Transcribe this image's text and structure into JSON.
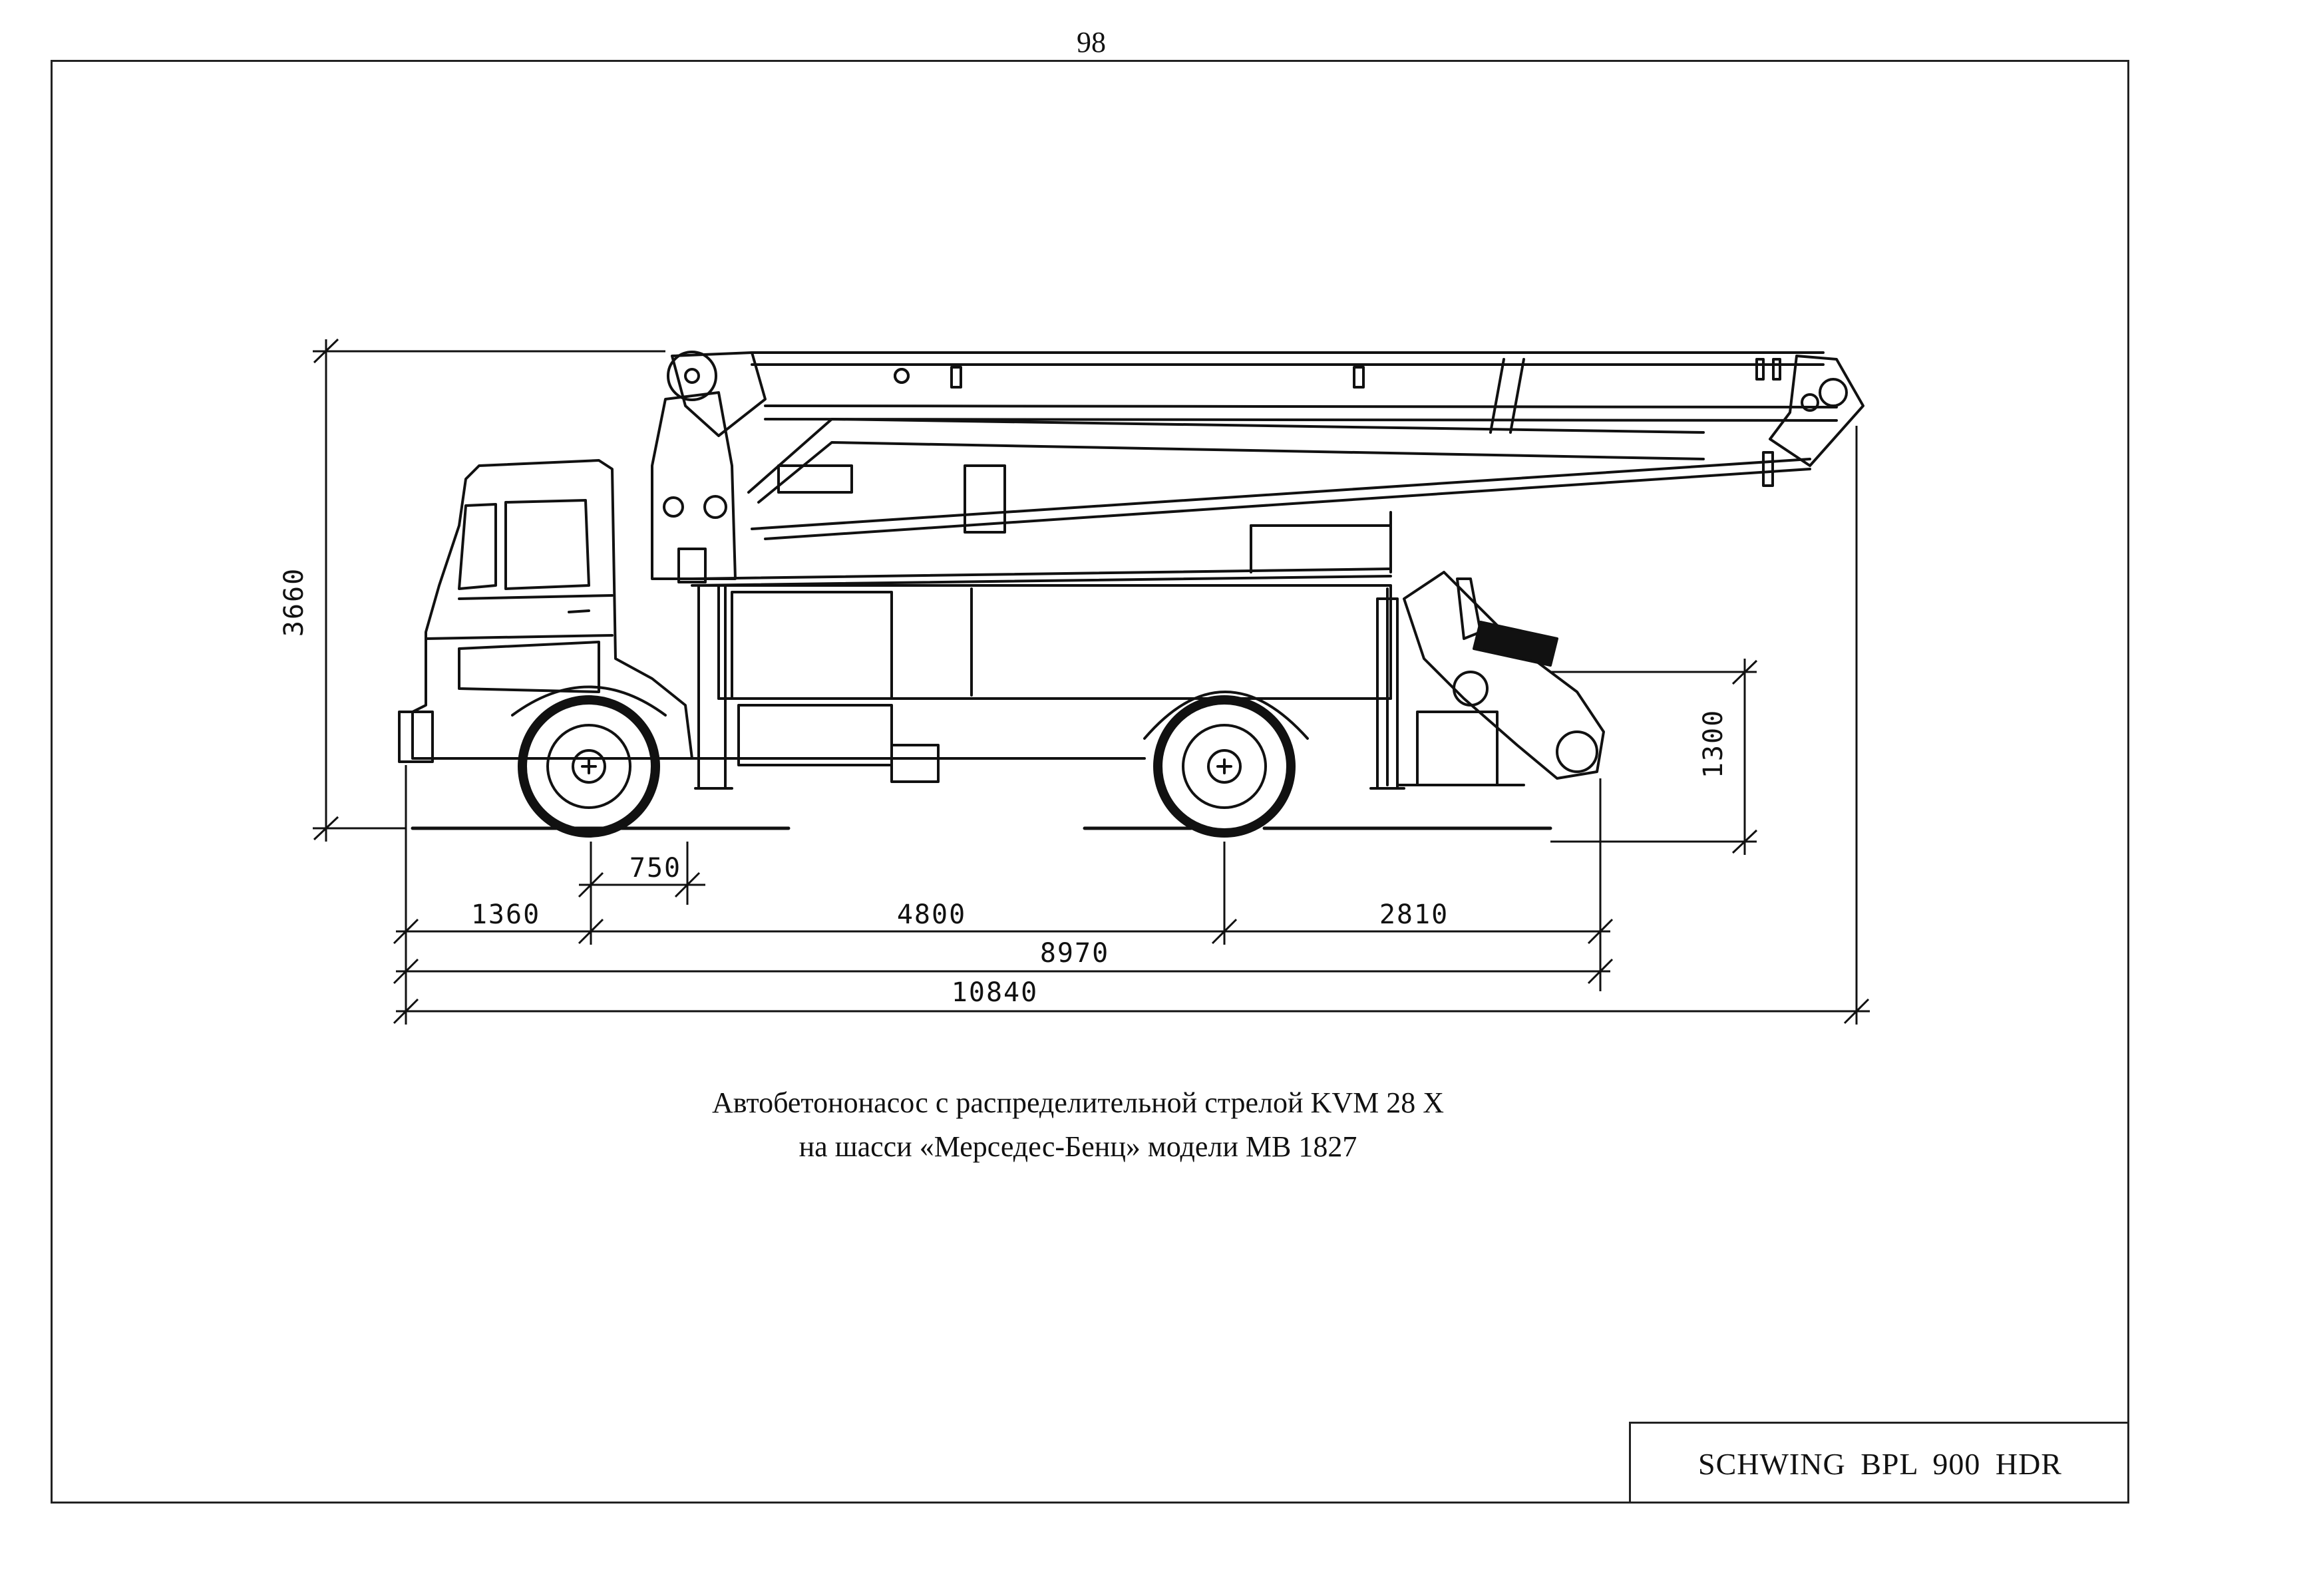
{
  "page": {
    "number": "98"
  },
  "drawing": {
    "dimensions": {
      "height_total": "3660",
      "height_outrigger": "1300",
      "dim_750": "750",
      "dim_1360": "1360",
      "dim_4800": "4800",
      "dim_2810": "2810",
      "dim_8970": "8970",
      "dim_10840": "10840"
    }
  },
  "caption": {
    "line1": "Автобетононасос с распределительной стрелой KVM 28 X",
    "line2": "на шасси «Мерседес-Бенц» модели MB 1827"
  },
  "title_block": {
    "text": "SCHWING BPL 900 HDR"
  }
}
